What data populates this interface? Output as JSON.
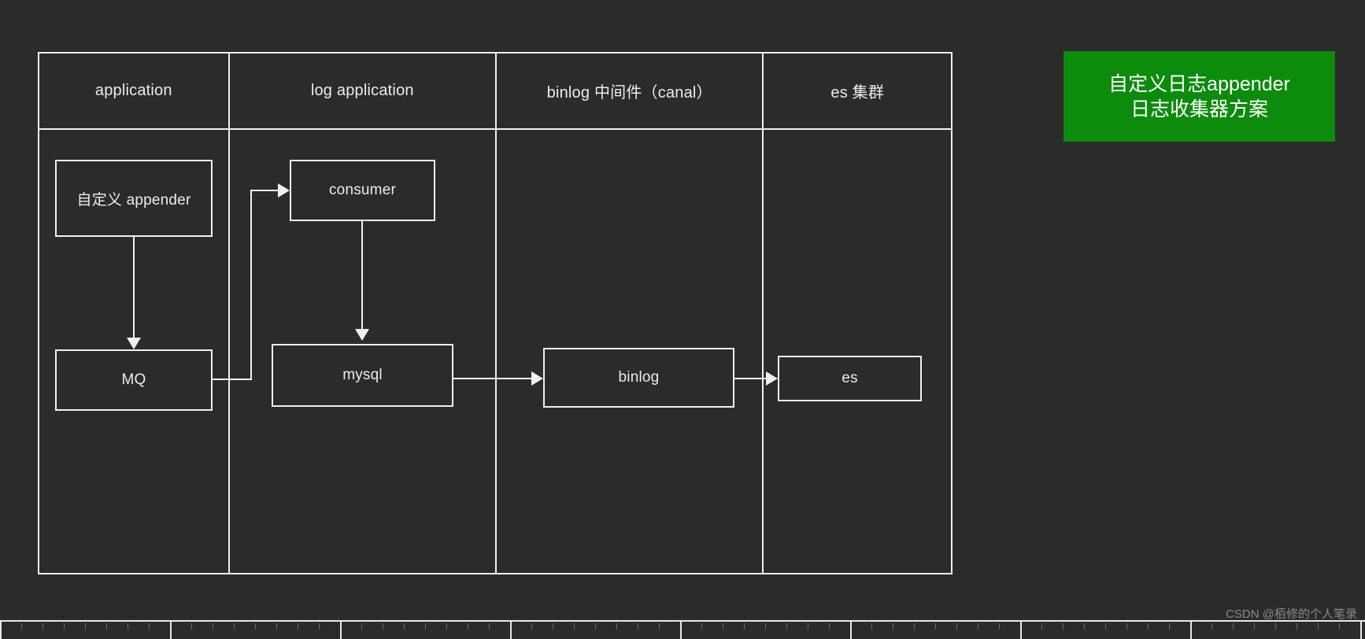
{
  "theme": {
    "background": "#2b2b2b",
    "stroke": "#f0f0f0",
    "text": "#ececec",
    "badge_bg": "#0d8b0d",
    "badge_text": "#ffffff"
  },
  "diagram": {
    "type": "swimlane-flow",
    "lanes": [
      {
        "id": "application",
        "label": "application"
      },
      {
        "id": "log-application",
        "label": "log application"
      },
      {
        "id": "binlog-canal",
        "label": "binlog 中间件（canal）"
      },
      {
        "id": "es-cluster",
        "label": "es 集群"
      }
    ],
    "nodes": [
      {
        "id": "appender",
        "label": "自定义 appender",
        "lane": "application"
      },
      {
        "id": "mq",
        "label": "MQ",
        "lane": "application"
      },
      {
        "id": "consumer",
        "label": "consumer",
        "lane": "log-application"
      },
      {
        "id": "mysql",
        "label": "mysql",
        "lane": "log-application"
      },
      {
        "id": "binlog",
        "label": "binlog",
        "lane": "binlog-canal"
      },
      {
        "id": "es",
        "label": "es",
        "lane": "es-cluster"
      }
    ],
    "edges": [
      {
        "from": "appender",
        "to": "mq",
        "style": "vertical-arrow"
      },
      {
        "from": "mq",
        "to": "consumer",
        "style": "orthogonal-arrow"
      },
      {
        "from": "consumer",
        "to": "mysql",
        "style": "vertical-arrow"
      },
      {
        "from": "mysql",
        "to": "binlog",
        "style": "horizontal-arrow"
      },
      {
        "from": "binlog",
        "to": "es",
        "style": "horizontal-arrow"
      }
    ]
  },
  "badge": {
    "line1": "自定义日志appender",
    "line2": "日志收集器方案"
  },
  "watermark": {
    "text": "CSDN @栢修的个人笔录"
  }
}
